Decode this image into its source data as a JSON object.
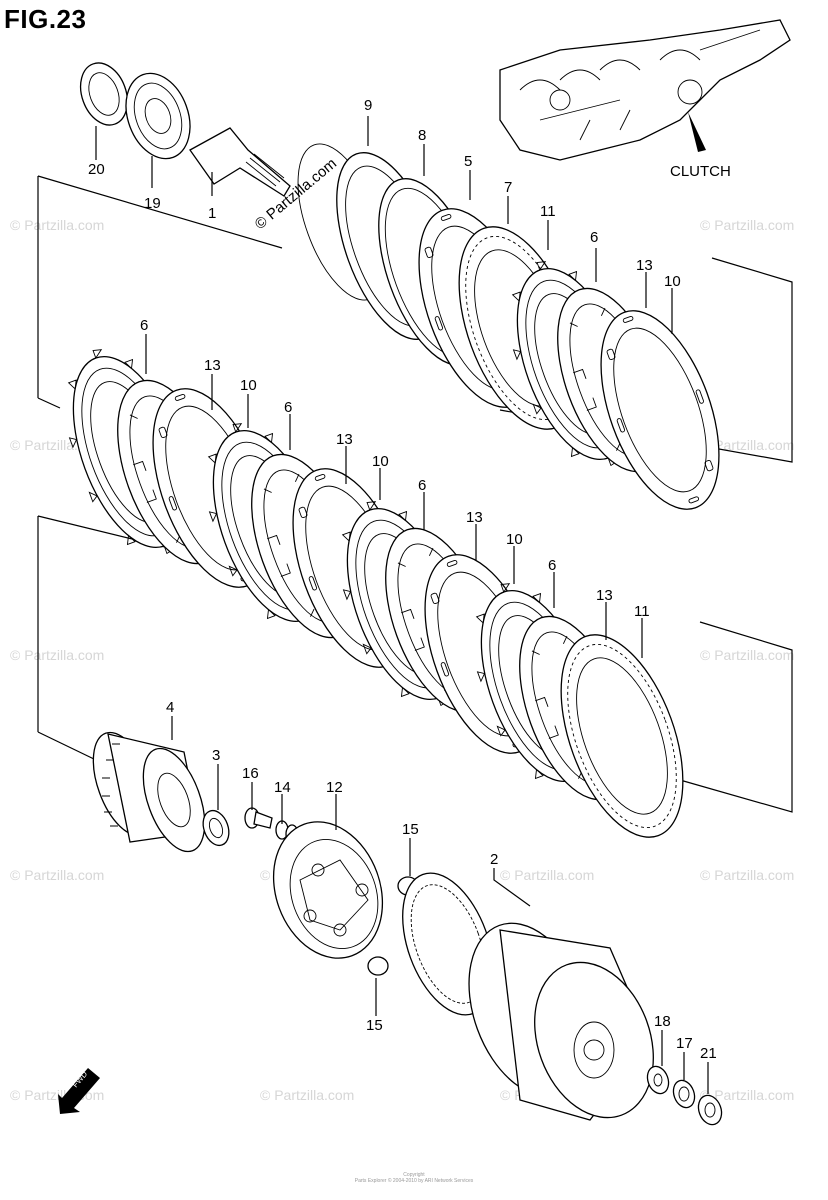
{
  "figure": {
    "title": "FIG.23",
    "assembly_label": "CLUTCH",
    "fwd_label": "FWD",
    "watermark": "© Partzilla.com",
    "footer_line1": "Copyright",
    "footer_line2": "Parts Explorer © 2004-2010 by ARI Network Services"
  },
  "callouts": [
    {
      "id": "1",
      "label": "1"
    },
    {
      "id": "19",
      "label": "19"
    },
    {
      "id": "20",
      "label": "20"
    },
    {
      "id": "9",
      "label": "9"
    },
    {
      "id": "8",
      "label": "8"
    },
    {
      "id": "5",
      "label": "5"
    },
    {
      "id": "7",
      "label": "7"
    },
    {
      "id": "11a",
      "label": "11"
    },
    {
      "id": "6a",
      "label": "6"
    },
    {
      "id": "13a",
      "label": "13"
    },
    {
      "id": "10a",
      "label": "10"
    },
    {
      "id": "6b",
      "label": "6"
    },
    {
      "id": "13b",
      "label": "13"
    },
    {
      "id": "10b",
      "label": "10"
    },
    {
      "id": "6c",
      "label": "6"
    },
    {
      "id": "13c",
      "label": "13"
    },
    {
      "id": "10c",
      "label": "10"
    },
    {
      "id": "6d",
      "label": "6"
    },
    {
      "id": "13d",
      "label": "13"
    },
    {
      "id": "10d",
      "label": "10"
    },
    {
      "id": "6e",
      "label": "6"
    },
    {
      "id": "13e",
      "label": "13"
    },
    {
      "id": "11b",
      "label": "11"
    },
    {
      "id": "4",
      "label": "4"
    },
    {
      "id": "3",
      "label": "3"
    },
    {
      "id": "16",
      "label": "16"
    },
    {
      "id": "14",
      "label": "14"
    },
    {
      "id": "12",
      "label": "12"
    },
    {
      "id": "15a",
      "label": "15"
    },
    {
      "id": "15b",
      "label": "15"
    },
    {
      "id": "2",
      "label": "2"
    },
    {
      "id": "18",
      "label": "18"
    },
    {
      "id": "17",
      "label": "17"
    },
    {
      "id": "21",
      "label": "21"
    }
  ]
}
